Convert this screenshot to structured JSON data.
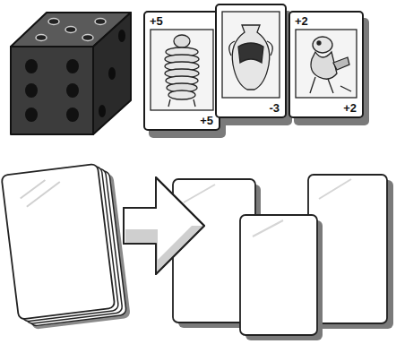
{
  "diagram": {
    "nodes": [
      {
        "text": [
          "+5",
          "+5"
        ]
      },
      {
        "text": [
          "-3"
        ]
      },
      {
        "text": [
          "+2",
          "+2"
        ]
      }
    ]
  }
}
